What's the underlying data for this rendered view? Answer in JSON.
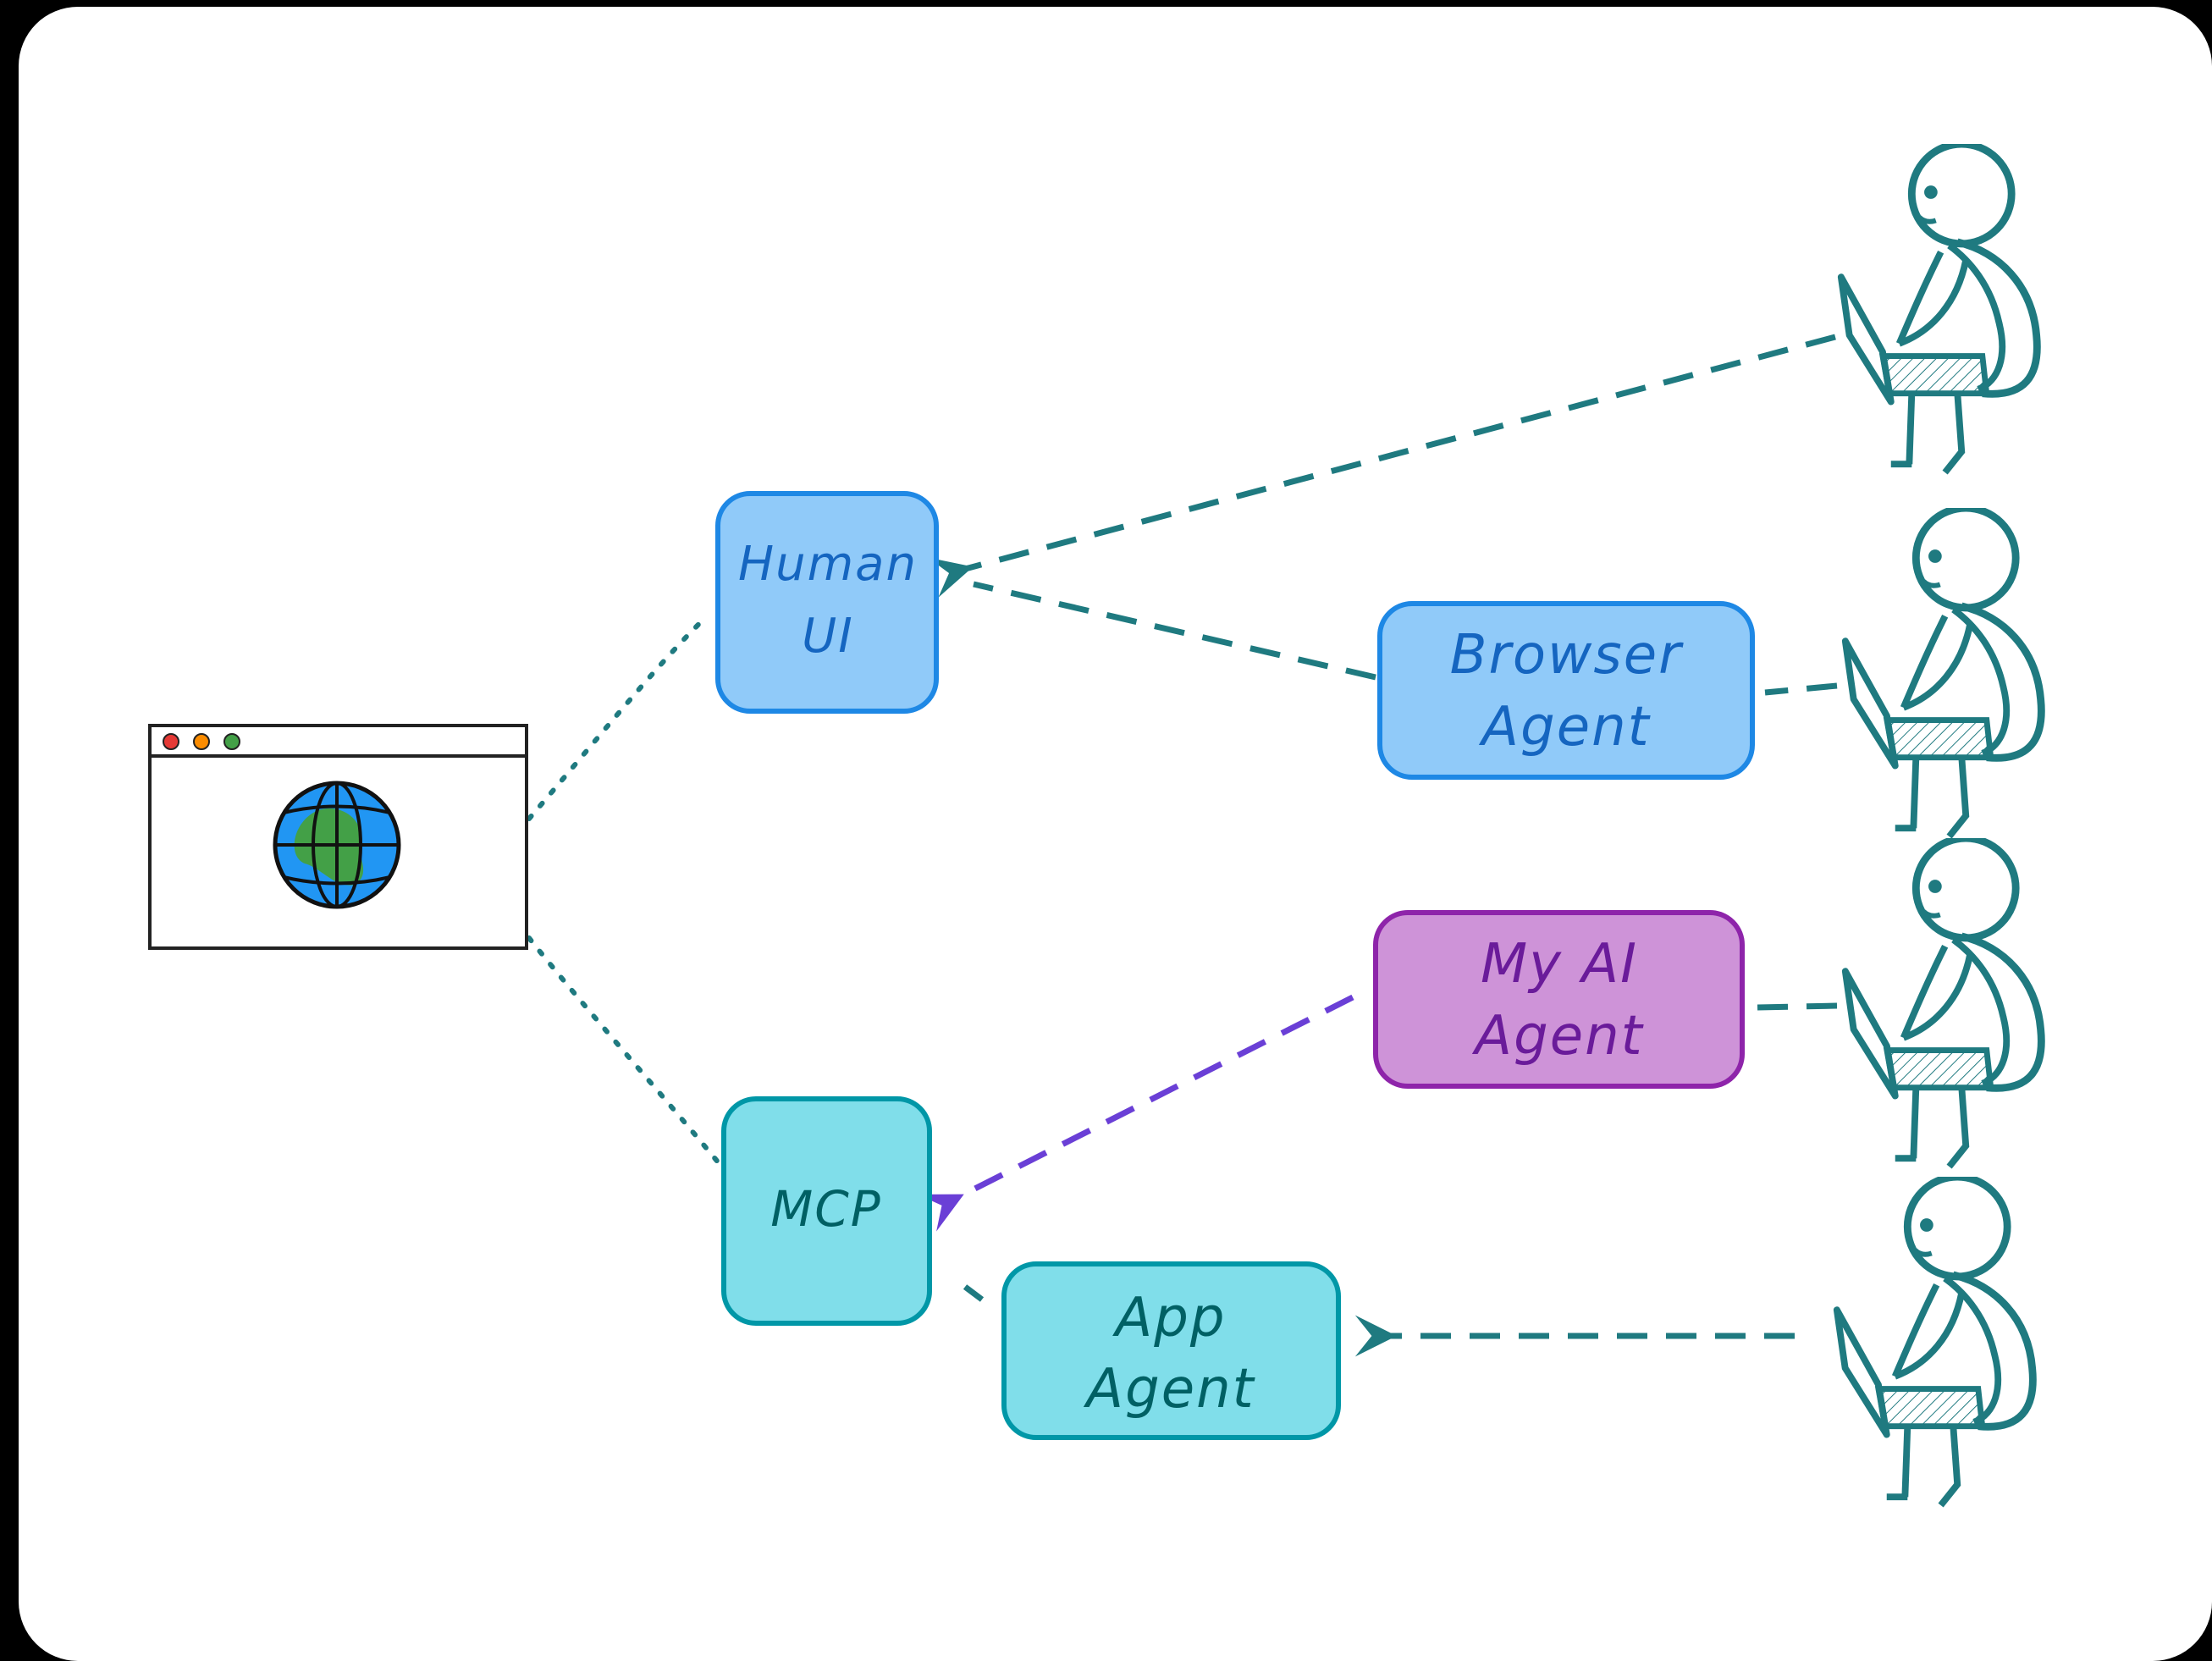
{
  "diagram": {
    "nodes": {
      "website": {
        "label": "",
        "icon": "browser-window-globe-icon"
      },
      "human_ui": {
        "lines": [
          "Human",
          "UI"
        ],
        "fill": "#90caf9",
        "stroke": "#1e88e5",
        "text": "#1565c0"
      },
      "mcp": {
        "lines": [
          "MCP"
        ],
        "fill": "#80deea",
        "stroke": "#0097a7",
        "text": "#006064"
      },
      "browser_agent": {
        "lines": [
          "Browser",
          "Agent"
        ],
        "fill": "#90caf9",
        "stroke": "#1e88e5",
        "text": "#1565c0"
      },
      "my_ai_agent": {
        "lines": [
          "My AI",
          "Agent"
        ],
        "fill": "#ce93d8",
        "stroke": "#8e24aa",
        "text": "#6a1b9a"
      },
      "app_agent": {
        "lines": [
          "App",
          "Agent"
        ],
        "fill": "#80deea",
        "stroke": "#0097a7",
        "text": "#006064"
      }
    },
    "users": [
      {
        "icon": "person-with-laptop-icon"
      },
      {
        "icon": "person-with-laptop-icon"
      },
      {
        "icon": "person-with-laptop-icon"
      },
      {
        "icon": "person-with-laptop-icon"
      }
    ],
    "edges": [
      {
        "from": "website",
        "to": "human_ui",
        "style": "dotted"
      },
      {
        "from": "website",
        "to": "mcp",
        "style": "dotted"
      },
      {
        "from": "user-1",
        "to": "human_ui",
        "style": "dashed-arrow"
      },
      {
        "from": "browser_agent",
        "to": "human_ui",
        "style": "dashed"
      },
      {
        "from": "user-2",
        "to": "browser_agent",
        "style": "dashed"
      },
      {
        "from": "my_ai_agent",
        "to": "mcp",
        "style": "dashed-arrow"
      },
      {
        "from": "user-3",
        "to": "my_ai_agent",
        "style": "dashed"
      },
      {
        "from": "app_agent",
        "to": "mcp",
        "style": "dashed"
      },
      {
        "from": "user-4",
        "to": "app_agent",
        "style": "dashed-arrow"
      }
    ],
    "colors": {
      "background": "#ffffff",
      "frame": "#000000",
      "teal_line": "#1f7a80",
      "purple_line": "#6a3fd6",
      "globe_blue": "#2196f3",
      "globe_green": "#43a047",
      "dot_red": "#e53935",
      "dot_orange": "#fb8c00",
      "dot_green": "#43a047"
    }
  }
}
